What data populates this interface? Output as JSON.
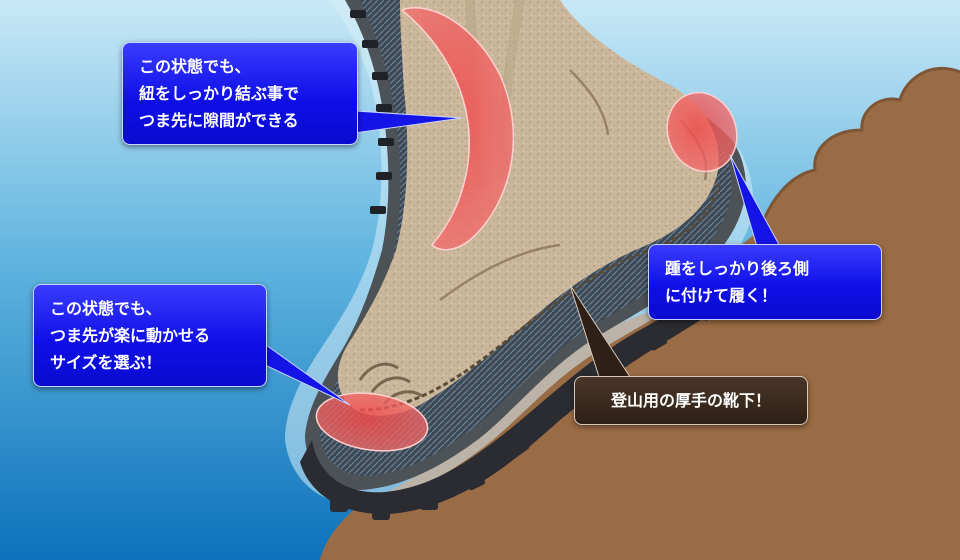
{
  "callouts": {
    "top_left": {
      "lines": [
        "この状態でも、",
        "紐をしっかり結ぶ事で",
        "つま先に隙間ができる"
      ]
    },
    "bottom_left": {
      "lines": [
        "この状態でも、",
        "つま先が楽に動かせる",
        "サイズを選ぶ！"
      ]
    },
    "heel": {
      "lines": [
        "踵をしっかり後ろ側",
        "に付けて履く！"
      ]
    },
    "sock": {
      "lines": [
        "登山用の厚手の靴下！"
      ]
    }
  },
  "colors": {
    "sky_top": "#bfe3f3",
    "sky_bottom": "#0f78c0",
    "ground": "#9a6c45",
    "sole": "#2f3036",
    "boot_edge": "#4d5256",
    "highlight": "#f05a5a",
    "callout_blue": "#1a1aee",
    "callout_brown": "#3a2a1e"
  }
}
